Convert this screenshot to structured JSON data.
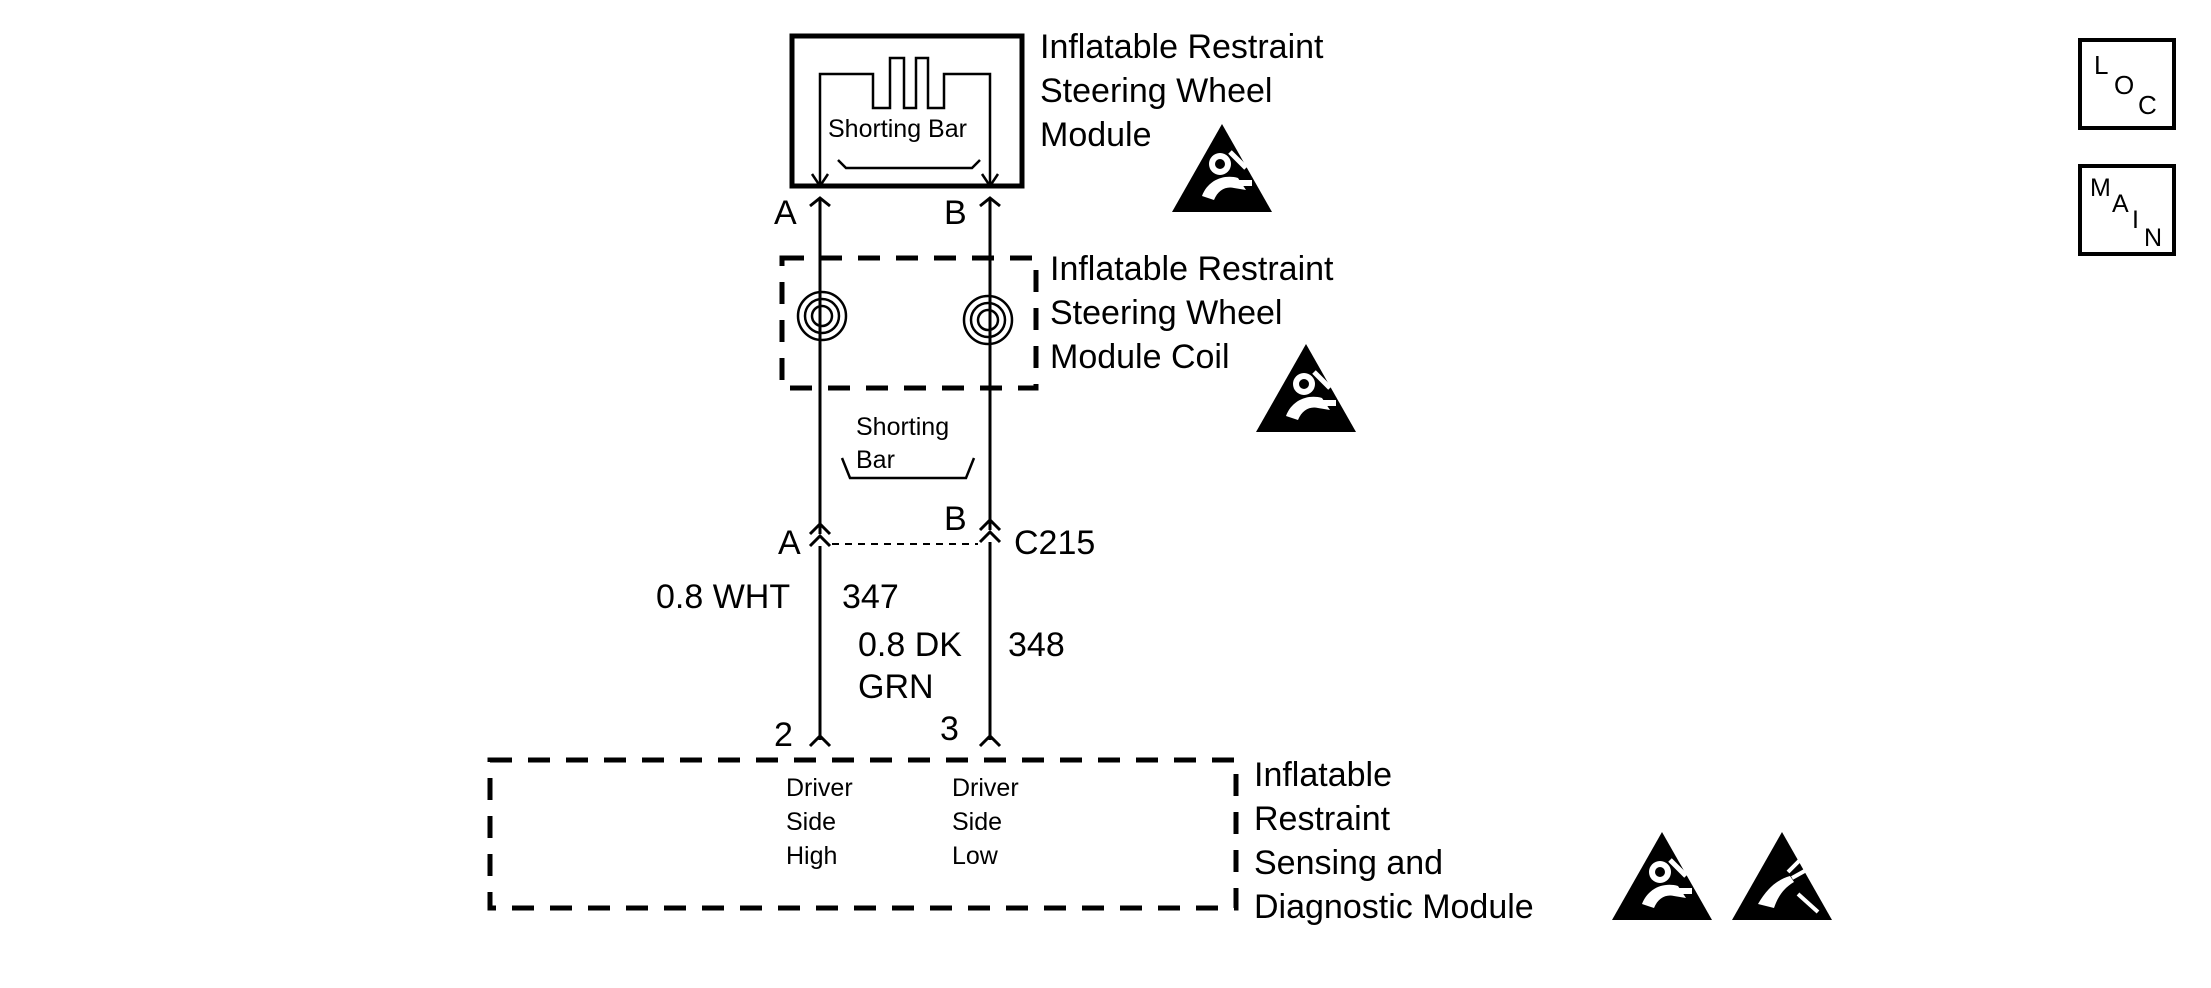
{
  "steering_module": {
    "title_lines": [
      "Inflatable Restraint",
      "Steering Wheel",
      "Module"
    ],
    "shorting_bar_label": "Shorting Bar",
    "pin_a": "A",
    "pin_b": "B"
  },
  "coil": {
    "title_lines": [
      "Inflatable Restraint",
      "Steering Wheel",
      "Module Coil"
    ],
    "shorting_bar_lines": [
      "Shorting",
      "Bar"
    ]
  },
  "connector": {
    "name": "C215",
    "pin_a": "A",
    "pin_b": "B"
  },
  "wires": {
    "left_gauge_color": "0.8 WHT",
    "left_circuit": "347",
    "right_gauge_color_lines": [
      "0.8 DK",
      "GRN"
    ],
    "right_circuit": "348"
  },
  "sdm": {
    "pin_left": "2",
    "pin_right": "3",
    "pin_left_lines": [
      "Driver",
      "Side",
      "High"
    ],
    "pin_right_lines": [
      "Driver",
      "Side",
      "Low"
    ],
    "title_lines": [
      "Inflatable",
      "Restraint",
      "Sensing and",
      "Diagnostic Module"
    ]
  },
  "nav": {
    "loc": [
      "L",
      "O",
      "C"
    ],
    "main": [
      "M",
      "A",
      "I",
      "N"
    ]
  },
  "icons": {
    "airbag_warning": "airbag-warning-icon",
    "esd_warning": "esd-warning-icon"
  }
}
